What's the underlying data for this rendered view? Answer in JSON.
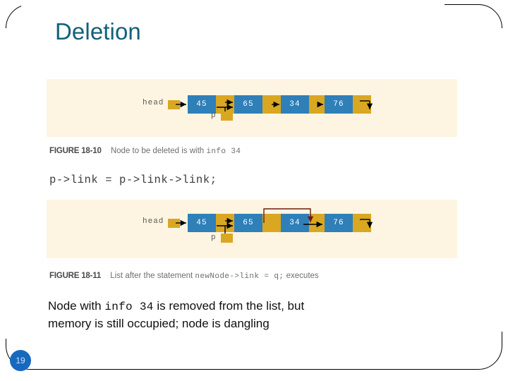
{
  "slide": {
    "title": "Deletion",
    "title_color": "#136079",
    "page_number": "19"
  },
  "figures": [
    {
      "id": "figure-18-10",
      "figure_number": "FIGURE 18-10",
      "caption_text": "Node to be deleted is with ",
      "caption_mono": "info",
      "caption_tail": " 34",
      "panel_color": "#FDF5E2",
      "head_label": "head",
      "p_label": "p",
      "nodes": [
        {
          "info": "45"
        },
        {
          "info": "65"
        },
        {
          "info": "34"
        },
        {
          "info": "76"
        }
      ],
      "node_info_color": "#2F7FB8",
      "node_link_color": "#D9A722"
    },
    {
      "id": "figure-18-11",
      "figure_number": "FIGURE 18-11",
      "caption_text": "List after the statement ",
      "caption_mono": "newNode->link = q;",
      "caption_tail": " executes",
      "panel_color": "#FDF5E2",
      "head_label": "head",
      "p_label": "p",
      "nodes": [
        {
          "info": "45"
        },
        {
          "info": "65"
        },
        {
          "info": "34"
        },
        {
          "info": "76"
        }
      ],
      "bypass_arrow_color": "#6E1A10",
      "node_info_color": "#2F7FB8",
      "node_link_color": "#D9A722"
    }
  ],
  "code": {
    "statement": "p->link = p->link->link;"
  },
  "body": {
    "line1_pre": "Node with ",
    "line1_mono": "info  34",
    "line1_post": " is removed from the list, but",
    "line2": "memory is still occupied; node is dangling"
  }
}
